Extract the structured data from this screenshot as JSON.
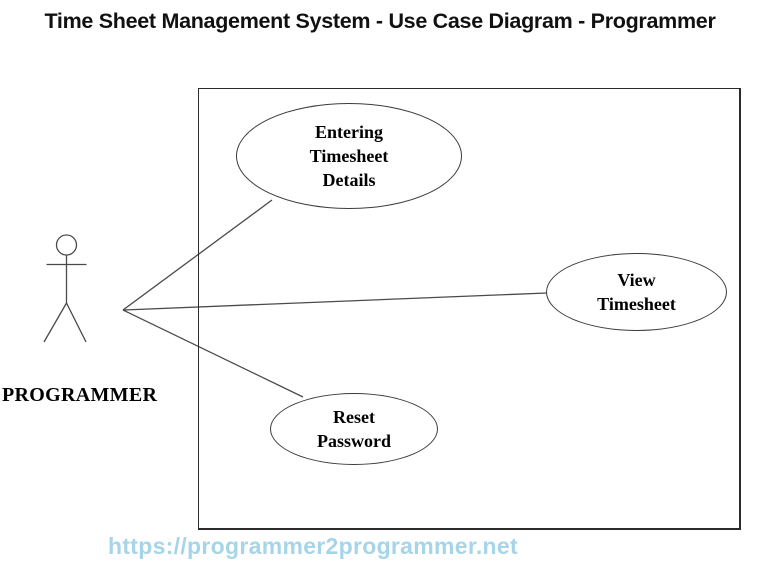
{
  "title": "Time Sheet Management System - Use Case Diagram - Programmer",
  "diagram": {
    "type": "uml-use-case",
    "actor": {
      "label": "PROGRAMMER"
    },
    "use_cases": [
      {
        "id": "entering-timesheet-details",
        "label": "Entering\nTimesheet\nDetails"
      },
      {
        "id": "view-timesheet",
        "label": "View\nTimesheet"
      },
      {
        "id": "reset-password",
        "label": "Reset\nPassword"
      }
    ],
    "associations": [
      {
        "from": "PROGRAMMER",
        "to": "Entering Timesheet Details"
      },
      {
        "from": "PROGRAMMER",
        "to": "View Timesheet"
      },
      {
        "from": "PROGRAMMER",
        "to": "Reset Password"
      }
    ]
  },
  "footer": {
    "watermark": "https://programmer2programmer.net"
  },
  "colors": {
    "line": "#4a4a4a",
    "boundary_border": "#2b2b2b",
    "title_text": "#111111",
    "use_case_text": "#000000",
    "footer_text": "#a6d5e8",
    "background": "#ffffff"
  }
}
